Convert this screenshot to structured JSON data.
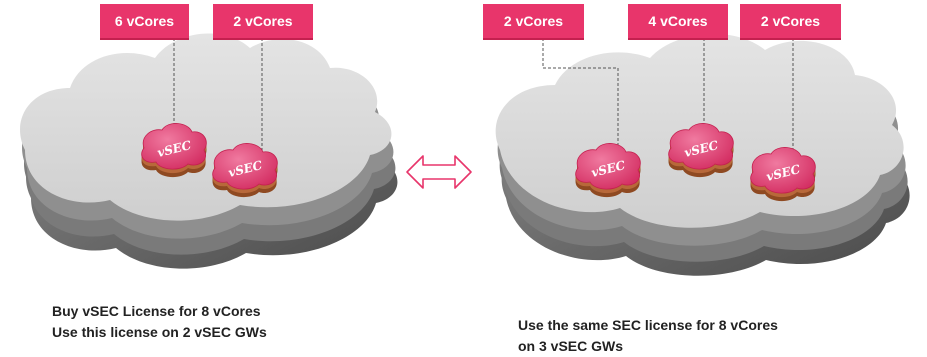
{
  "left_panel": {
    "labels": [
      "6 vCores",
      "2 vCores"
    ],
    "chip_text": "vSEC",
    "caption_lines": [
      "Buy  vSEC  License for 8 vCores",
      "Use this license on  2 vSEC  GWs"
    ]
  },
  "right_panel": {
    "labels": [
      "2 vCores",
      "4 vCores",
      "2 vCores"
    ],
    "chip_text": "vSEC",
    "caption_lines": [
      "Use the same SEC license for 8 vCores",
      "on 3 vSEC  GWs"
    ]
  },
  "arrow": {
    "icon": "double-arrow-icon"
  },
  "colors": {
    "label_bg": "#e8356b",
    "chip_top": "#e0457a",
    "chip_side": "#b8693a",
    "cloud_top": "#d8d8d8",
    "cloud_side": "#6a6a6a",
    "arrow_stroke": "#e8356b"
  }
}
